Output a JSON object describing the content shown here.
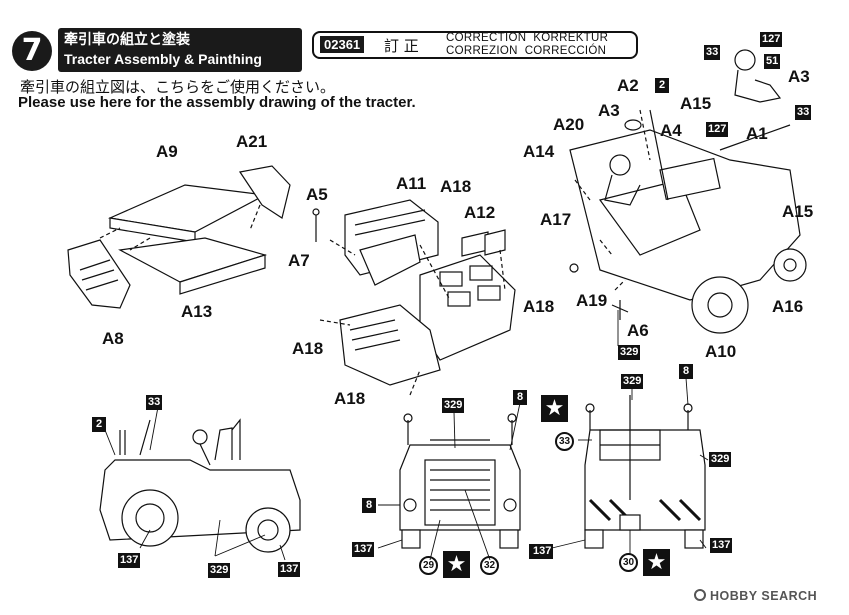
{
  "step": {
    "number": "7",
    "title_jp": "牽引車の組立と塗装",
    "title_en": "Tracter Assembly & Painthing"
  },
  "correction": {
    "code": "02361",
    "jp": "訂 正",
    "line1": "CORRECTION  KORREKTUR",
    "line2": "CORREZION  CORRECCIÓN"
  },
  "note": {
    "jp": "牽引車の組立図は、こちらをご使用ください。",
    "en": "Please use here for the assembly drawing of the tracter."
  },
  "part_labels": {
    "a9": "A9",
    "a21": "A21",
    "a8": "A8",
    "a13": "A13",
    "a5": "A5",
    "a11": "A11",
    "a18_top": "A18",
    "a12": "A12",
    "a7": "A7",
    "a18_right": "A18",
    "a18_left": "A18",
    "a18_bottom": "A18",
    "a2": "A2",
    "a3_left": "A3",
    "a3_right": "A3",
    "a15_top": "A15",
    "a4": "A4",
    "a20": "A20",
    "a1": "A1",
    "a14": "A14",
    "a17": "A17",
    "a15_right": "A15",
    "a19": "A19",
    "a6": "A6",
    "a16": "A16",
    "a10": "A10"
  },
  "paint_codes": {
    "c33_top": "33",
    "c127_top": "127",
    "c51": "51",
    "c2_top": "2",
    "c127_mid": "127",
    "c33_mid": "33",
    "c329_a6": "329",
    "c2_side": "2",
    "c33_side": "33",
    "c137_side_l": "137",
    "c329_side": "329",
    "c137_side_r": "137",
    "c329_front": "329",
    "c8_front_top": "8",
    "c8_front_left": "8",
    "c137_front_l": "137",
    "c29": "29",
    "c32": "32",
    "c137_front_r": "137",
    "c329_rear_top": "329",
    "c8_rear": "8",
    "c33_rear": "33",
    "c329_rear_right": "329",
    "c137_rear_l": "137",
    "c30": "30",
    "c137_rear_r": "137"
  },
  "watermark": "HOBBY SEARCH"
}
